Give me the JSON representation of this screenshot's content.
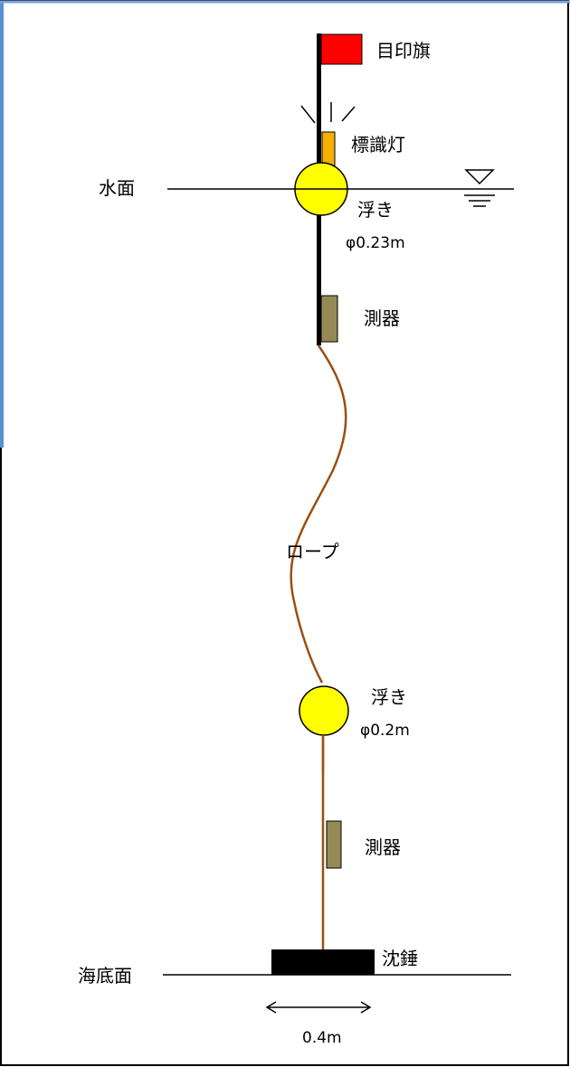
{
  "labels": {
    "flag": "目印旗",
    "light": "標識灯",
    "water_surface": "水面",
    "upper_float": "浮き",
    "upper_float_size": "φ0.23m",
    "upper_instrument": "測器",
    "rope": "ロープ",
    "lower_float": "浮き",
    "lower_float_size": "φ0.2m",
    "lower_instrument": "測器",
    "sinker": "沈錘",
    "seabed": "海底面",
    "sinker_width": "0.4m"
  },
  "colors": {
    "flag": "#ff0000",
    "light": "#f5b000",
    "float": "#ffff00",
    "instrument": "#948a54",
    "rope": "#9c4f10",
    "sinker": "#000000",
    "line": "#000000",
    "frame_left": "#5a8fd0"
  }
}
